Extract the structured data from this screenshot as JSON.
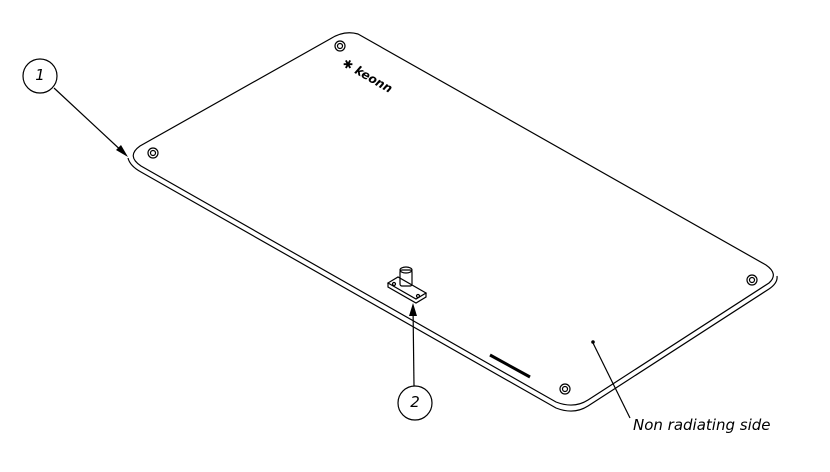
{
  "callouts": [
    {
      "number": "1"
    },
    {
      "number": "2"
    }
  ],
  "note": "Non radiating side",
  "logo_text": "keonn",
  "colors": {
    "line": "#000000",
    "background": "#ffffff"
  }
}
